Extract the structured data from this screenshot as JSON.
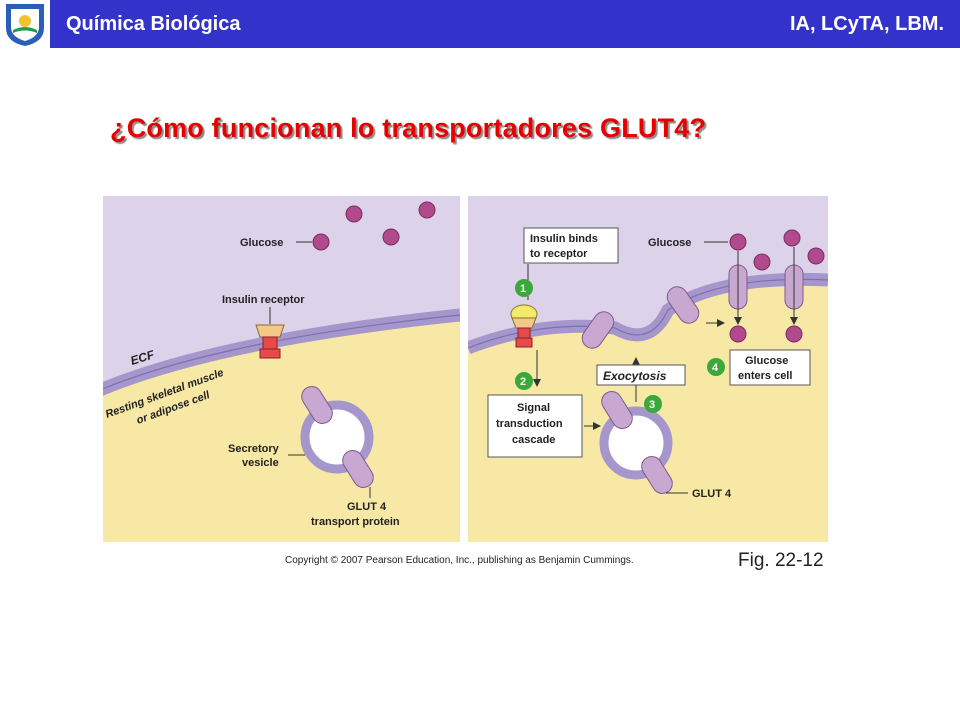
{
  "header": {
    "left_text": "Química Biológica",
    "right_text": "IA, LCyTA, LBM.",
    "bg_color": "#3333cc",
    "logo_icon": "university-shield-logo"
  },
  "title": "¿Cómo funcionan lo transportadores GLUT4?",
  "figure": {
    "left_panel": {
      "glucose": "Glucose",
      "insulin_receptor": "Insulin receptor",
      "ecf": "ECF",
      "cell_line1": "Resting skeletal muscle",
      "cell_line2": "or adipose cell",
      "vesicle_line1": "Secretory",
      "vesicle_line2": "vesicle",
      "glut_line1": "GLUT 4",
      "glut_line2": "transport protein"
    },
    "right_panel": {
      "glucose": "Glucose",
      "insulin_line1": "Insulin binds",
      "insulin_line2": "to receptor",
      "step1": "1",
      "step2": "2",
      "step3": "3",
      "step4": "4",
      "signal_line1": "Signal",
      "signal_line2": "transduction",
      "signal_line3": "cascade",
      "exocytosis": "Exocytosis",
      "enters_line1": "Glucose",
      "enters_line2": "enters cell",
      "glut": "GLUT 4"
    },
    "colors": {
      "ecf": "#dcd3ea",
      "cytoplasm": "#f7e8a6",
      "membrane": "#a596cc",
      "glucose": "#b04a8c",
      "glut": "#c8a8d0",
      "step_badge": "#3aa83a"
    }
  },
  "copyright": "Copyright © 2007 Pearson Education, Inc., publishing as Benjamin Cummings.",
  "fig_label": "Fig. 22-12"
}
